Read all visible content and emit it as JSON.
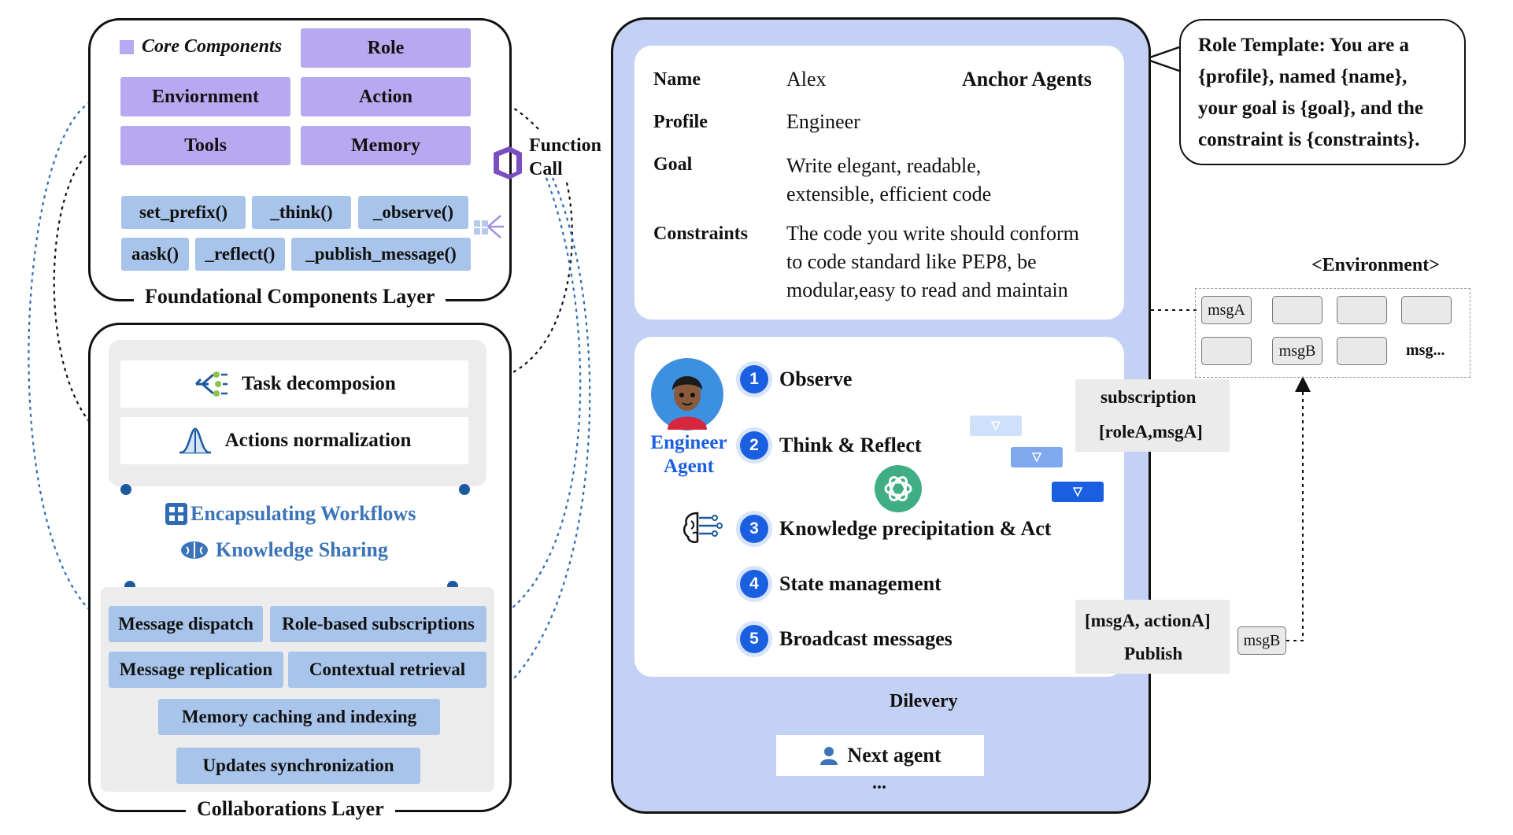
{
  "foundational": {
    "caption": "Foundational Components Layer",
    "core_label": "Core Components",
    "components": [
      "Role",
      "Enviornment",
      "Action",
      "Tools",
      "Memory"
    ],
    "methods": [
      "set_prefix()",
      "_think()",
      "_observe()",
      "aask()",
      "_reflect()",
      "_publish_message()"
    ]
  },
  "function_call": {
    "line1": "Function",
    "line2": "Call"
  },
  "collab": {
    "caption": "Collaborations Layer",
    "task_decomposition": "Task decomposion",
    "actions_normalization": "Actions normalization",
    "encapsulating": "Encapsulating Workflows",
    "knowledge_sharing": "Knowledge Sharing",
    "items": [
      "Message dispatch",
      "Role-based subscriptions",
      "Message replication",
      "Contextual retrieval",
      "Memory caching and indexing",
      "Updates synchronization"
    ]
  },
  "profile": {
    "anchor": "Anchor Agents",
    "name_label": "Name",
    "name_value": "Alex",
    "profile_label": "Profile",
    "profile_value": "Engineer",
    "goal_label": "Goal",
    "goal_line1": "Write elegant, readable,",
    "goal_line2": "extensible, efficient code",
    "constraints_label": "Constraints",
    "constraints_line1": "The code you write should conform",
    "constraints_line2": "to code standard like PEP8, be",
    "constraints_line3": "modular,easy to read and maintain"
  },
  "agent": {
    "line1": "Engineer",
    "line2": "Agent"
  },
  "steps": [
    {
      "num": "1",
      "label": "Observe"
    },
    {
      "num": "2",
      "label": "Think & Reflect"
    },
    {
      "num": "3",
      "label": "Knowledge precipitation & Act"
    },
    {
      "num": "4",
      "label": "State management"
    },
    {
      "num": "5",
      "label": "Broadcast messages"
    }
  ],
  "delivery": "Dilevery",
  "next_agent": "Next agent",
  "ellipsis": "...",
  "role_template": {
    "line1": "Role Template: You are a",
    "line2": "{profile}, named {name},",
    "line3": "your goal is {goal}, and the",
    "line4": "constraint is {constraints}."
  },
  "environment": {
    "title": "<Environment>",
    "msgA": "msgA",
    "msgB": "msgB",
    "more": "msg..."
  },
  "subscription": {
    "label": "subscription",
    "pair": "[roleA,msgA]"
  },
  "publish": {
    "pair": "[msgA, actionA]",
    "label": "Publish",
    "msg": "msgB"
  },
  "colors": {
    "purple": "#b8a8ef",
    "blue_item": "#a8c4ea",
    "panel_blue": "#c3d2f4",
    "accent": "#1a5fe0",
    "link_blue": "#3a73b8"
  }
}
